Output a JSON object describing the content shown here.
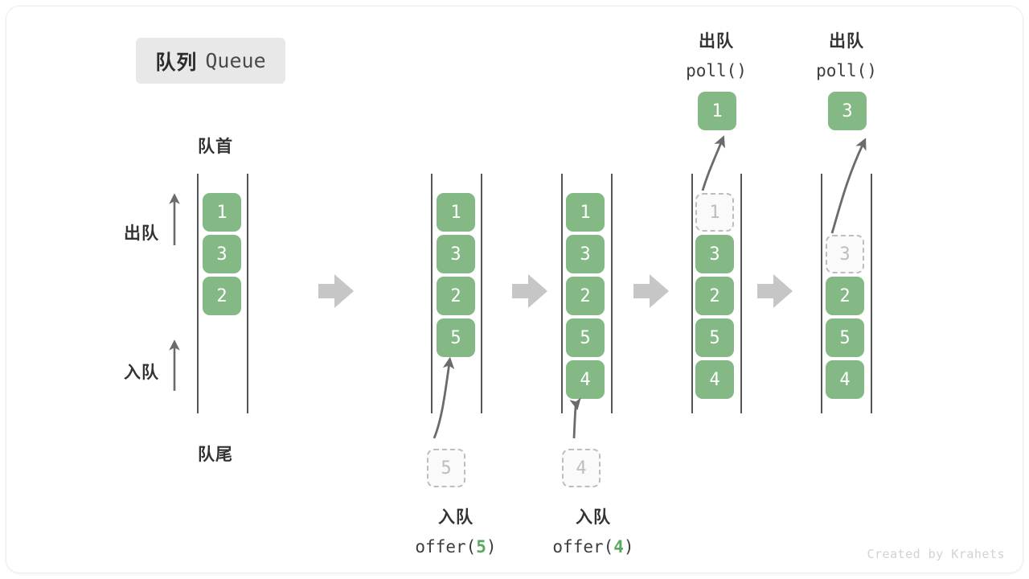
{
  "title": {
    "cn": "队列",
    "en": "Queue"
  },
  "labels": {
    "head": "队首",
    "tail": "队尾",
    "dequeue": "出队",
    "enqueue": "入队"
  },
  "colors": {
    "cell_green": "#84b884",
    "accent_green": "#5aa75f",
    "ghost_border": "#bdbdbd",
    "rail": "#555555",
    "step_arrow": "#c6c6c6",
    "badge_bg": "#e8e8e8"
  },
  "icons": {
    "step": "right-block-arrow-icon",
    "direction_up": "up-arrow-icon",
    "flow": "curved-arrow-icon"
  },
  "columns": [
    {
      "name": "initial",
      "cells": [
        "1",
        "3",
        "2"
      ],
      "ghost_index": null,
      "caption_cn": "",
      "caption_code": ""
    },
    {
      "name": "after-offer-5",
      "cells": [
        "1",
        "3",
        "2",
        "5"
      ],
      "ghost_index": null,
      "incoming": "5",
      "caption_cn": "入队",
      "caption_code_prefix": "offer(",
      "caption_code_arg": "5",
      "caption_code_suffix": ")"
    },
    {
      "name": "after-offer-4",
      "cells": [
        "1",
        "3",
        "2",
        "5",
        "4"
      ],
      "ghost_index": null,
      "incoming": "4",
      "caption_cn": "入队",
      "caption_code_prefix": "offer(",
      "caption_code_arg": "4",
      "caption_code_suffix": ")"
    },
    {
      "name": "after-poll-1",
      "cells": [
        "1",
        "3",
        "2",
        "5",
        "4"
      ],
      "ghost_index": 0,
      "popped": "1",
      "caption_cn": "出队",
      "caption_code": "poll()"
    },
    {
      "name": "after-poll-3",
      "cells": [
        "3",
        "2",
        "5",
        "4"
      ],
      "ghost_index": 0,
      "popped": "3",
      "caption_cn": "出队",
      "caption_code": "poll()"
    }
  ],
  "credit": "Created by Krahets"
}
